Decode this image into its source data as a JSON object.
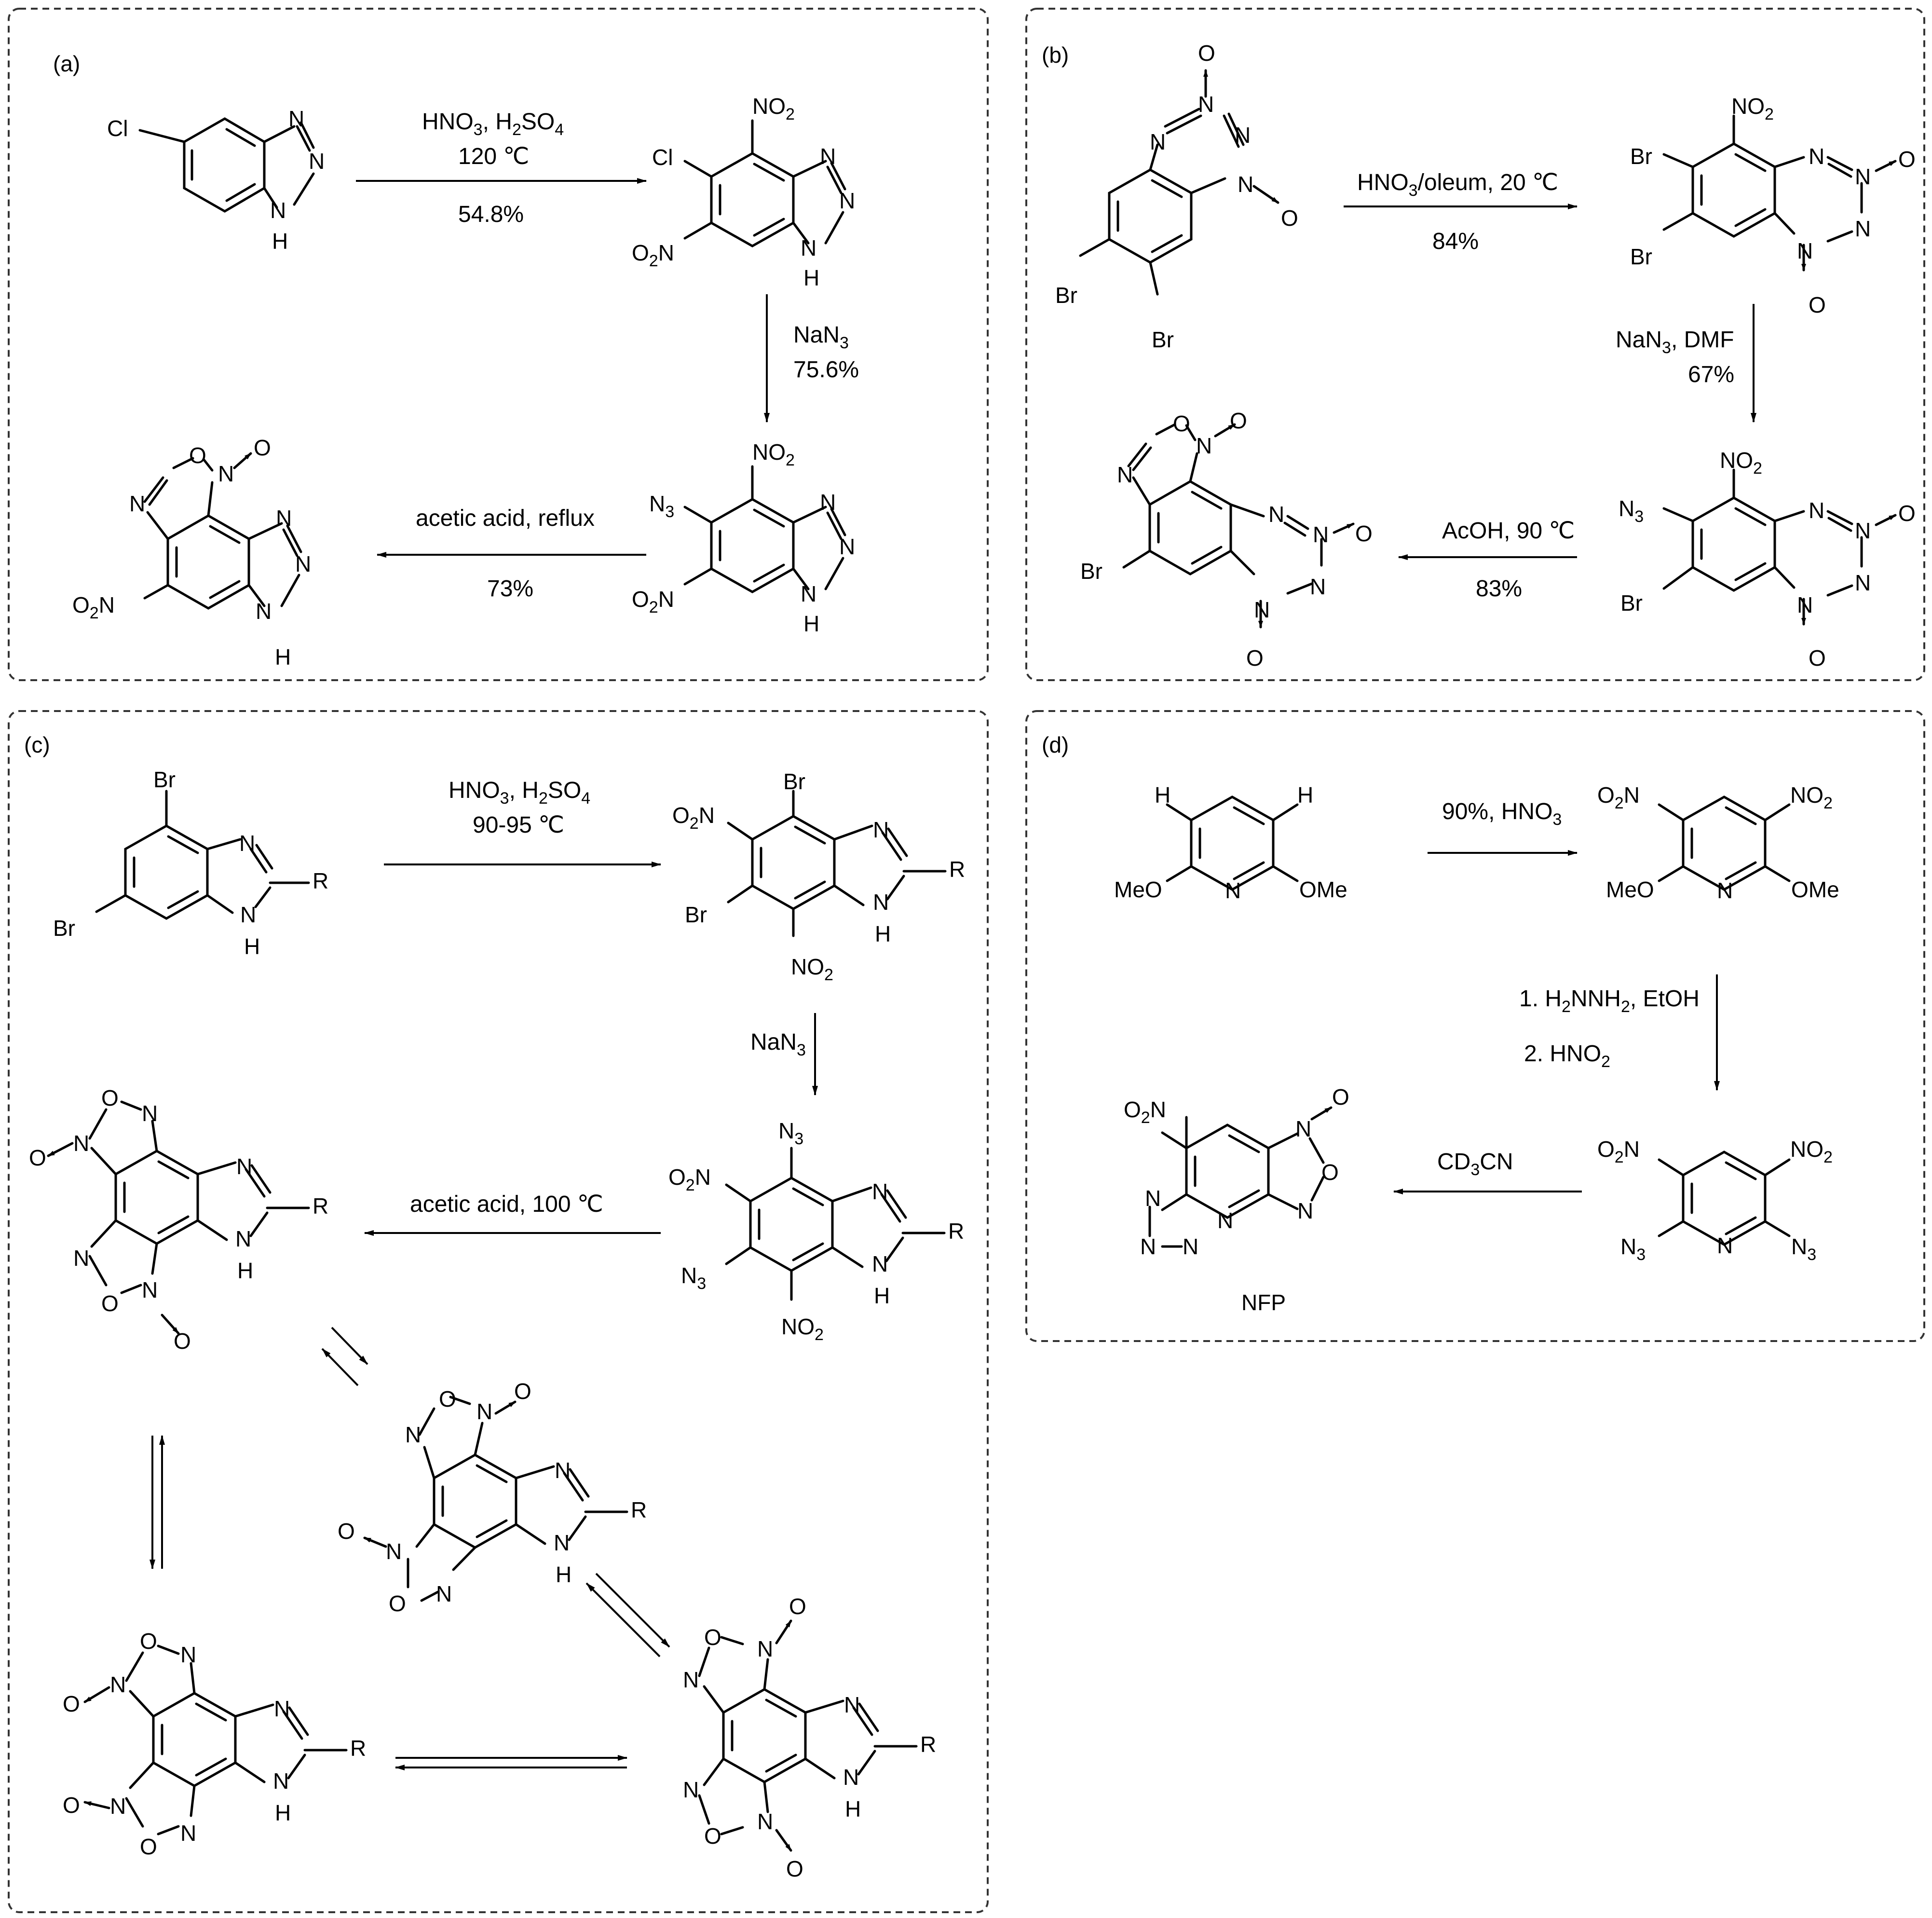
{
  "panels": {
    "a": {
      "label": "(a)",
      "step1": {
        "line1": "HNO3, H2SO4",
        "line2": "120 ℃",
        "line3": "54.8%"
      },
      "step2": {
        "line1": "NaN3",
        "line2": "75.6%"
      },
      "step3": {
        "line1": "acetic acid, reflux",
        "line2": "73%"
      }
    },
    "b": {
      "label": "(b)",
      "step1": {
        "line1": "HNO3/oleum, 20 ℃",
        "line2": "84%"
      },
      "step2": {
        "line1": "NaN3, DMF",
        "line2": "67%"
      },
      "step3": {
        "line1": "AcOH, 90 ℃",
        "line2": "83%"
      }
    },
    "c": {
      "label": "(c)",
      "step1": {
        "line1": "HNO3, H2SO4",
        "line2": "90-95 ℃"
      },
      "step2": {
        "line1": "NaN3"
      },
      "step3": {
        "line1": "acetic acid, 100 ℃"
      }
    },
    "d": {
      "label": "(d)",
      "step1": {
        "line1": "90%, HNO3"
      },
      "step2": {
        "line1": "1. H2NNH2, EtOH",
        "line2": "2. HNO2"
      },
      "step3": {
        "line1": "CD3CN"
      },
      "product_name": "NFP"
    }
  },
  "atoms": {
    "Cl": "Cl",
    "Br": "Br",
    "N": "N",
    "O": "O",
    "H": "H",
    "R": "R",
    "NH": "N",
    "NO2": "NO",
    "O2N": "O",
    "N3": "N",
    "MeO": "MeO",
    "OMe": "OMe"
  }
}
